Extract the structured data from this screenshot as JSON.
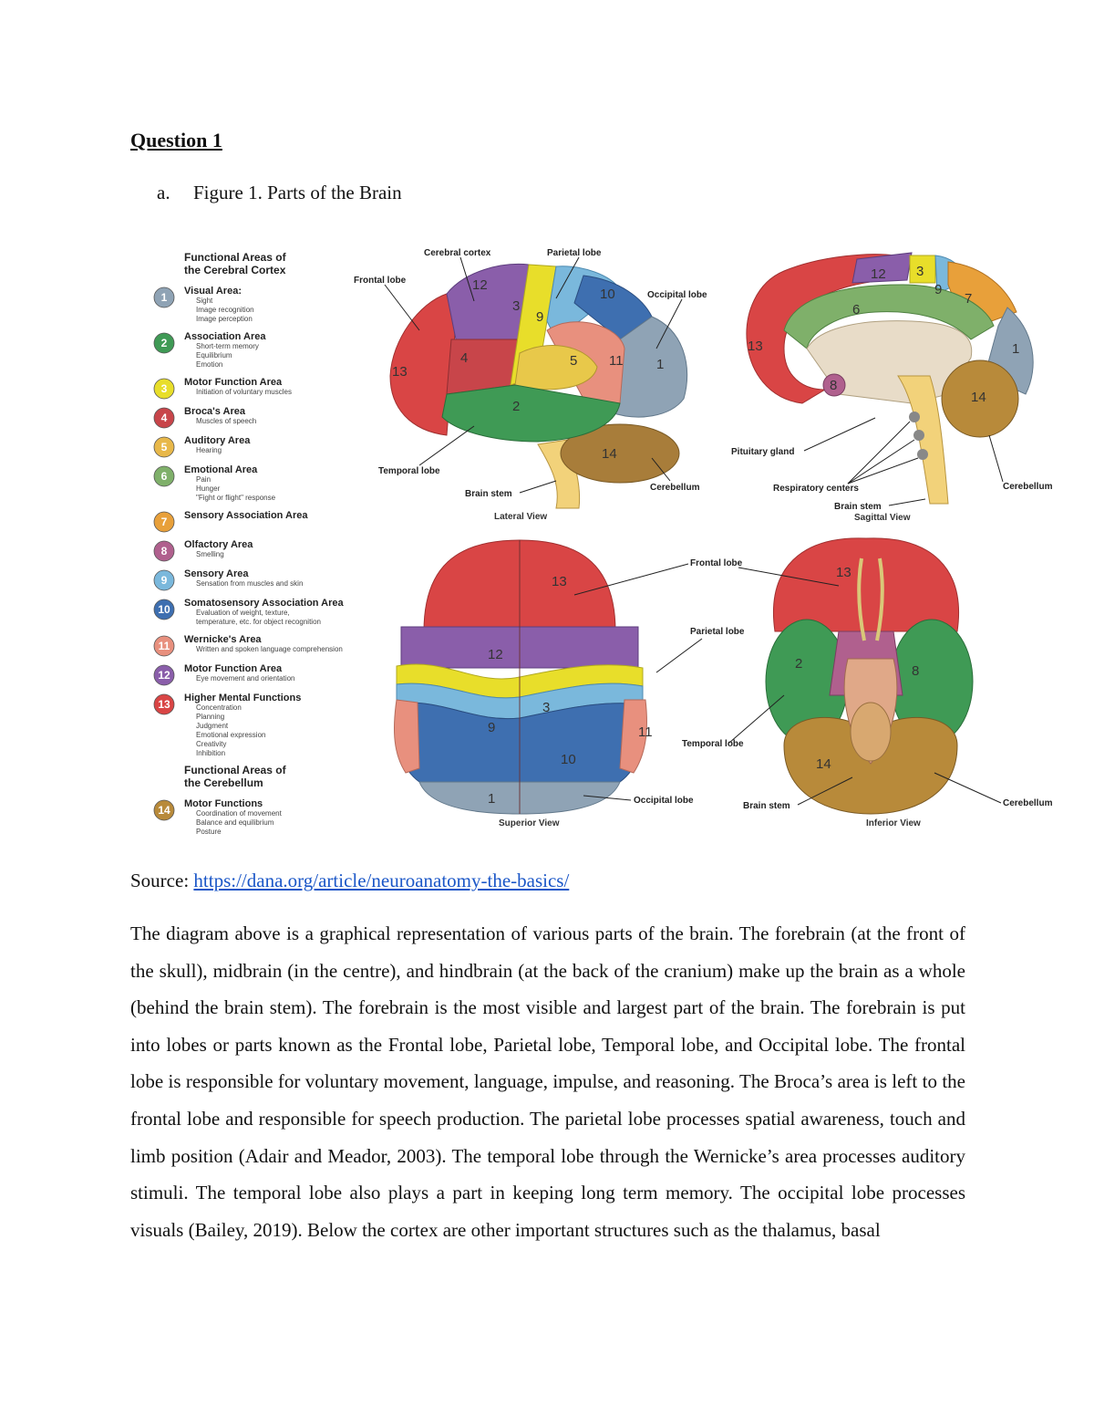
{
  "heading": "Question 1",
  "figure_item": {
    "marker": "a.",
    "caption": "Figure 1. Parts of the Brain"
  },
  "legend": {
    "cortex_title_line1": "Functional Areas of",
    "cortex_title_line2": "the Cerebral Cortex",
    "cerebellum_title_line1": "Functional Areas of",
    "cerebellum_title_line2": "the Cerebellum",
    "items": [
      {
        "num": "1",
        "title": "Visual Area:",
        "lines": [
          "Sight",
          "Image recognition",
          "Image perception"
        ],
        "color": "#8fa3b5"
      },
      {
        "num": "2",
        "title": "Association Area",
        "lines": [
          "Short-term memory",
          "Equilibrium",
          "Emotion"
        ],
        "color": "#3f9a55"
      },
      {
        "num": "3",
        "title": "Motor Function Area",
        "lines": [
          "Initiation of voluntary muscles"
        ],
        "color": "#e8de2a"
      },
      {
        "num": "4",
        "title": "Broca's Area",
        "lines": [
          "Muscles of speech"
        ],
        "color": "#c8454a"
      },
      {
        "num": "5",
        "title": "Auditory Area",
        "lines": [
          "Hearing"
        ],
        "color": "#e8b84a"
      },
      {
        "num": "6",
        "title": "Emotional Area",
        "lines": [
          "Pain",
          "Hunger",
          "\"Fight or flight\" response"
        ],
        "color": "#7fb06a"
      },
      {
        "num": "7",
        "title": "Sensory Association Area",
        "lines": [],
        "color": "#e8a03a"
      },
      {
        "num": "8",
        "title": "Olfactory Area",
        "lines": [
          "Smelling"
        ],
        "color": "#b0608e"
      },
      {
        "num": "9",
        "title": "Sensory Area",
        "lines": [
          "Sensation from muscles and skin"
        ],
        "color": "#7ab8dc"
      },
      {
        "num": "10",
        "title": "Somatosensory Association Area",
        "lines": [
          "Evaluation of weight, texture,",
          "temperature, etc. for object recognition"
        ],
        "color": "#3e6fb0"
      },
      {
        "num": "11",
        "title": "Wernicke's Area",
        "lines": [
          "Written and spoken language comprehension"
        ],
        "color": "#e8907e"
      },
      {
        "num": "12",
        "title": "Motor Function Area",
        "lines": [
          "Eye movement and orientation"
        ],
        "color": "#8a5eaa"
      },
      {
        "num": "13",
        "title": "Higher Mental Functions",
        "lines": [
          "Concentration",
          "Planning",
          "Judgment",
          "Emotional expression",
          "Creativity",
          "Inhibition"
        ],
        "color": "#d94545"
      },
      {
        "num": "14",
        "title": "Motor Functions",
        "lines": [
          "Coordination of movement",
          "Balance and equilibrium",
          "Posture"
        ],
        "color": "#b88a3a"
      }
    ]
  },
  "diagram_labels": {
    "frontal": "Frontal lobe",
    "parietal": "Parietal lobe",
    "temporal": "Temporal lobe",
    "occipital": "Occipital lobe",
    "cerebral_cortex": "Cerebral cortex",
    "brain_stem": "Brain stem",
    "cerebellum": "Cerebellum",
    "pituitary": "Pituitary gland",
    "respiratory": "Respiratory centers",
    "lateral_view": "Lateral View",
    "sagittal_view": "Sagittal View",
    "superior_view": "Superior View",
    "inferior_view": "Inferior View"
  },
  "source": {
    "label": "Source: ",
    "url": "https://dana.org/article/neuroanatomy-the-basics/"
  },
  "body_text": "The diagram above is a graphical representation of various parts of the brain.  The forebrain (at the front of the skull), midbrain (in the centre), and hindbrain (at the back of the cranium) make up the brain as a whole (behind the brain stem). The forebrain is the most visible and largest part of the brain. The forebrain is put into lobes or parts known as the Frontal lobe, Parietal lobe, Temporal lobe, and Occipital lobe. The frontal lobe is responsible for voluntary movement, language, impulse, and reasoning. The Broca’s area is left to the frontal lobe and responsible for speech production. The parietal lobe processes spatial awareness, touch and limb position (Adair and Meador, 2003). The temporal lobe through the Wernicke’s area processes auditory stimuli. The temporal lobe also plays a part in keeping long term memory. The occipital lobe processes visuals (Bailey, 2019). Below the cortex are other important structures such as the thalamus, basal"
}
